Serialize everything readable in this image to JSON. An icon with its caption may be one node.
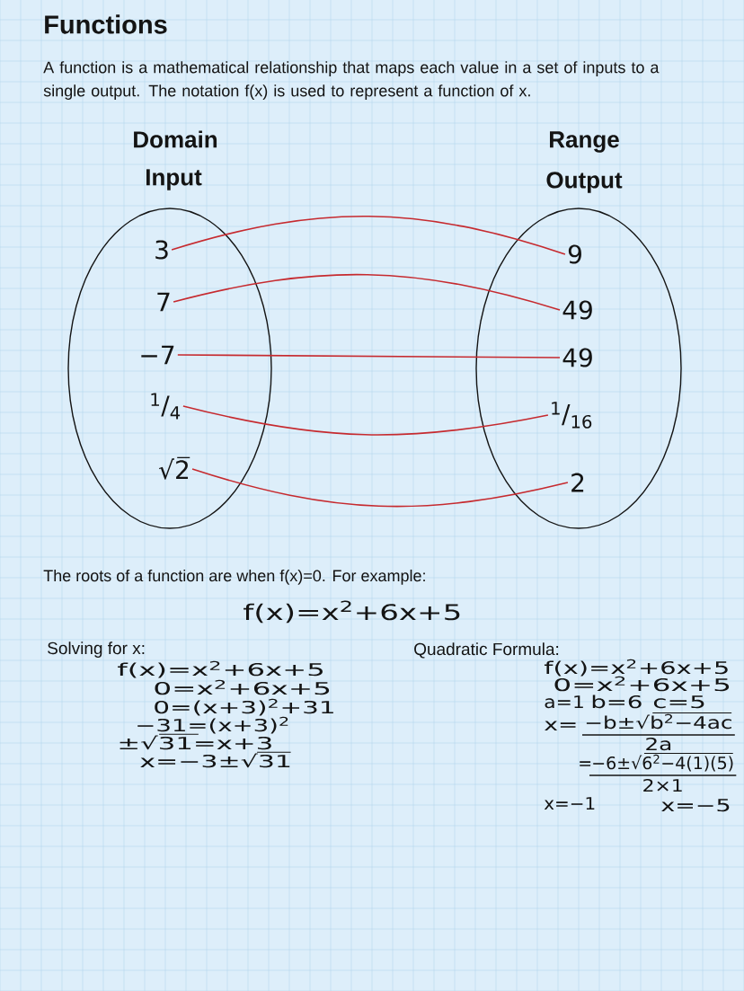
{
  "diagram": {
    "title": "Functions",
    "nodes": [
      {
        "text": [
          "Domain",
          "Input"
        ]
      },
      {
        "text": [
          "Range",
          "Output"
        ]
      },
      {
        "text": [
          "3"
        ],
        "in": 0
      },
      {
        "text": [
          "7"
        ],
        "in": 0
      },
      {
        "text": [
          "−7"
        ],
        "in": 0
      },
      {
        "text": [
          "$^{1}$/$_{4}$"
        ],
        "in": 0
      },
      {
        "text": [
          "√2"
        ],
        "in": 0
      },
      {
        "text": [
          "9"
        ],
        "in": 1
      },
      {
        "text": [
          "49"
        ],
        "in": 1
      },
      {
        "text": [
          "49"
        ],
        "in": 1
      },
      {
        "text": [
          "$^{1}$/$_{16}$"
        ],
        "in": 1
      },
      {
        "text": [
          "2"
        ],
        "in": 1
      }
    ],
    "edges": [
      {
        "from": 2,
        "to": 7,
        "arrow": "none"
      },
      {
        "from": 3,
        "to": 8,
        "arrow": "none"
      },
      {
        "from": 4,
        "to": 9,
        "arrow": "none"
      },
      {
        "from": 5,
        "to": 10,
        "arrow": "none"
      },
      {
        "from": 6,
        "to": 11,
        "arrow": "none"
      }
    ],
    "labels": [
      "A function is a mathematical relationship that maps each value in a set of inputs to a single output. The notation f(x) is used to represent a function of x.",
      "The roots of a function are when f(x)=0. For example:",
      "f(x)=x$^{2}$+6x+5",
      "Solving for x:",
      "Quadratic Formula:",
      "f(x)=x$^{2}$+6x+5",
      "0=x$^{2}$+6x+5",
      "0=(x+3)$^{2}$+31",
      "−31=(x+3)$^{2}$",
      "±√31=x+3",
      "x=−3±√31",
      "f(x)=x$^{2}$+6x+5",
      "0=x$^{2}$+6x+5",
      "a=1",
      "b=6",
      "c=5",
      "x=",
      "−b±√b$^{2}$−4ac",
      "2a",
      "=",
      "−6±√6$^{2}$−4(1)(5)",
      "2×1",
      "x=−1",
      "x=−5"
    ]
  }
}
